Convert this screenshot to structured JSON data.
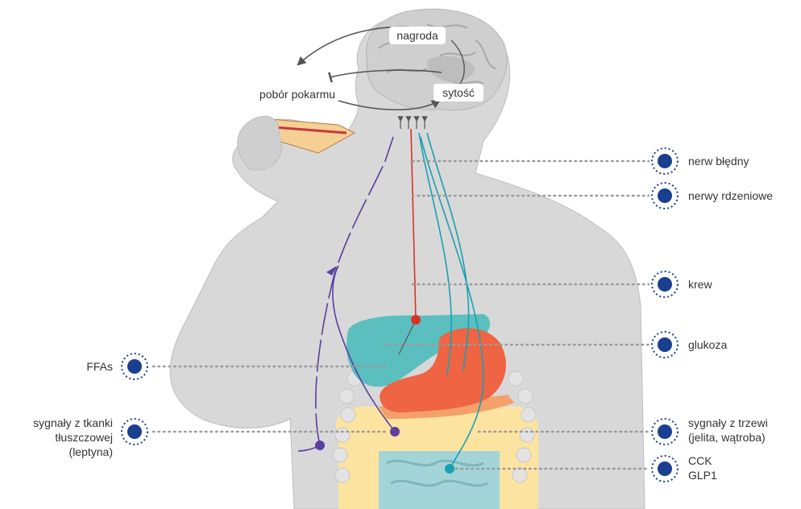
{
  "colors": {
    "silhouette": "#d8d8d8",
    "silhouette_stroke": "#bdbdbd",
    "brain": "#cfcfcf",
    "liver": "#5bbfbf",
    "stomach": "#ef6443",
    "pancreas": "#f4a06a",
    "colon": "#fde3a0",
    "small_intestine": "#a3d5d8",
    "marker_fill": "#1a3f8f",
    "marker_ring": "#1a3f8f",
    "leader_dots": "#9a9a9a",
    "nerve_purple": "#5b3fa0",
    "nerve_teal": "#1aa0b3",
    "nerve_red": "#d8322a"
  },
  "brain_labels": {
    "reward": "nagroda",
    "food_intake": "pobór pokarmu",
    "satiety": "sytość"
  },
  "right_labels": {
    "vagus_nerve": "nerw błędny",
    "spinal_nerves": "nerwy rdzeniowe",
    "blood": "krew",
    "glucose": "glukoza",
    "visceral_line1": "sygnały z trzewi",
    "visceral_line2": "(jelita, wątroba)",
    "cck": "CCK",
    "glp1": "GLP1"
  },
  "left_labels": {
    "ffas": "FFAs",
    "adipose_line1": "sygnały z tkanki",
    "adipose_line2": "tłuszczowej",
    "adipose_line3": "(leptyna)"
  }
}
